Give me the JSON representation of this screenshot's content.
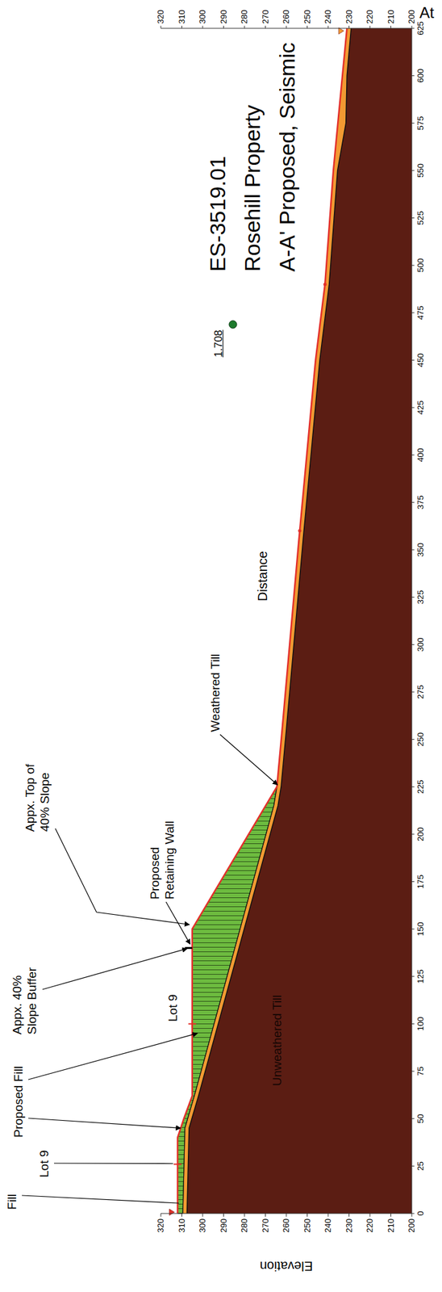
{
  "diagram": {
    "labels": [
      "At",
      "320",
      "310",
      "300",
      "290",
      "280",
      "270",
      "260",
      "250",
      "240",
      "230",
      "220",
      "210",
      "200",
      "320",
      "310",
      "300",
      "290",
      "280",
      "270",
      "260",
      "250",
      "240",
      "230",
      "220",
      "210",
      "200",
      "0",
      "25",
      "50",
      "75",
      "100",
      "125",
      "150",
      "175",
      "200",
      "225",
      "250",
      "275",
      "300",
      "325",
      "350",
      "375",
      "400",
      "425",
      "450",
      "475",
      "500",
      "525",
      "550",
      "575",
      "600",
      "625",
      "Elevation",
      "Distance",
      "Fill",
      "Lot 9",
      "Proposed Fill",
      "Lot 9",
      "Appx. 40% Slope Buffer",
      "Appx. Top of 40% Slope",
      "Proposed Retaining Wall",
      "Weathered Till",
      "Unweathered Till",
      "1.708",
      "ES-3519.01",
      "Rosehill Property",
      "A-A' Proposed, Seismic"
    ]
  }
}
